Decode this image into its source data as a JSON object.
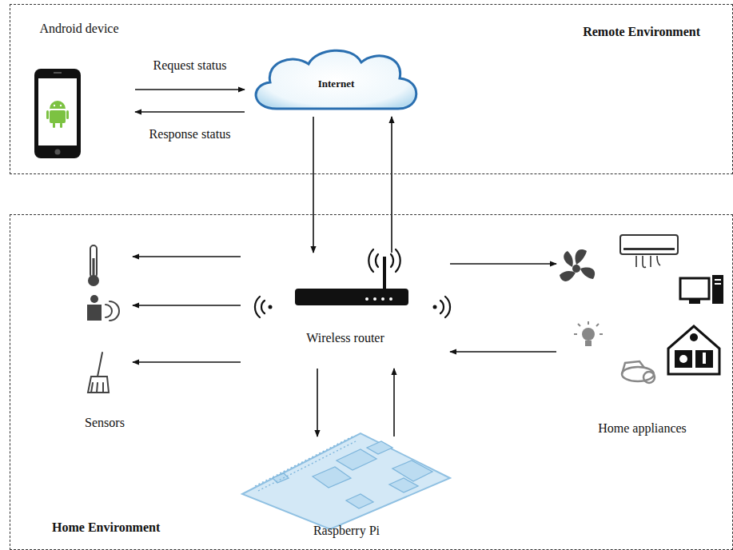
{
  "diagram": {
    "nodes": [
      {
        "text": [
          "Remote Environment"
        ]
      },
      {
        "text": [
          "Android device"
        ],
        "in": 0
      },
      {
        "text": [
          "Internet"
        ],
        "in": 0
      },
      {
        "text": [
          "Home Environment"
        ]
      },
      {
        "text": [
          "Wireless router"
        ],
        "in": 3
      },
      {
        "text": [
          "Sensors"
        ],
        "in": 3
      },
      {
        "text": [
          "Home appliances"
        ],
        "in": 3
      },
      {
        "text": [
          "Raspberry Pi"
        ],
        "in": 3
      }
    ],
    "edges": [
      {
        "from": 1,
        "to": 2,
        "label": "Request status",
        "arrow": "to"
      },
      {
        "from": 2,
        "to": 1,
        "label": "Response status",
        "arrow": "to"
      },
      {
        "from": 2,
        "to": 4,
        "arrow": "to"
      },
      {
        "from": 4,
        "to": 2,
        "arrow": "to"
      },
      {
        "from": 4,
        "to": 5,
        "arrow": "to"
      },
      {
        "from": 4,
        "to": 5,
        "arrow": "to"
      },
      {
        "from": 4,
        "to": 5,
        "arrow": "to"
      },
      {
        "from": 4,
        "to": 6,
        "arrow": "to"
      },
      {
        "from": 6,
        "to": 4,
        "arrow": "to"
      },
      {
        "from": 4,
        "to": 7,
        "arrow": "to"
      },
      {
        "from": 7,
        "to": 4,
        "arrow": "to"
      }
    ]
  }
}
